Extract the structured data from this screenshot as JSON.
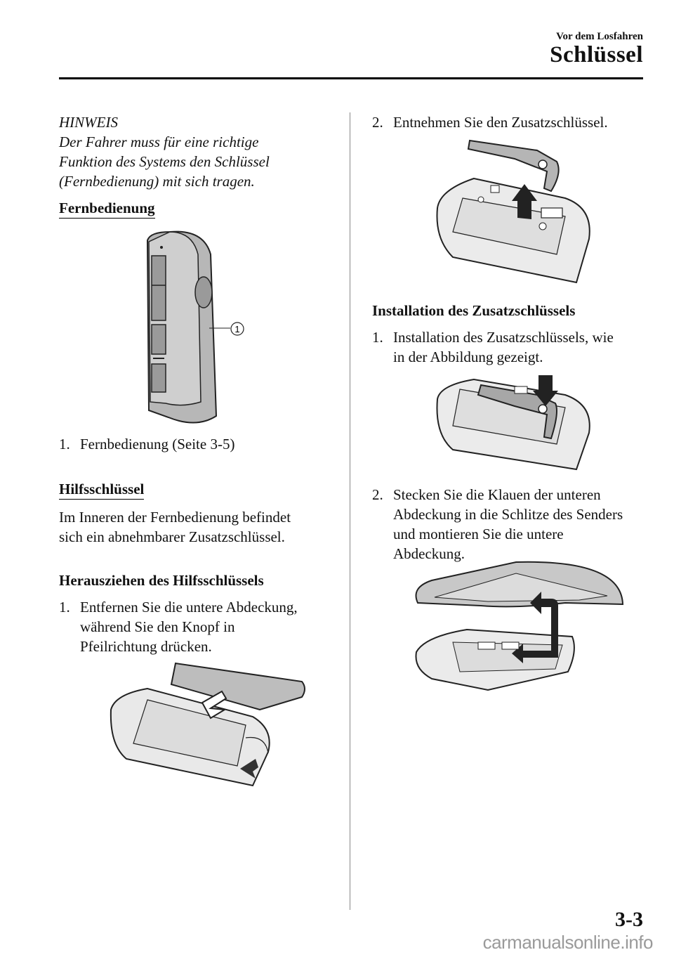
{
  "header": {
    "section": "Vor dem Losfahren",
    "title": "Schlüssel"
  },
  "left": {
    "note_title": "HINWEIS",
    "note_lines": [
      "Der Fahrer muss für eine richtige",
      "Funktion des Systems den Schlüssel",
      "(Fernbedienung) mit sich tragen."
    ],
    "fernbedienung_heading": "Fernbedienung",
    "callout_1": "1",
    "caption_num": "1.",
    "caption_text": "Fernbedienung (Seite 3-5)",
    "hilfs_heading": "Hilfsschlüssel",
    "hilfs_lines": [
      "Im Inneren der Fernbedienung befindet",
      "sich ein abnehmbarer Zusatzschlüssel."
    ],
    "herausziehen_heading": "Herausziehen des Hilfsschlüssels",
    "step1_num": "1.",
    "step1_lines": [
      "Entfernen Sie die untere Abdeckung,",
      "während Sie den Knopf in",
      "Pfeilrichtung drücken."
    ]
  },
  "right": {
    "step2_num": "2.",
    "step2_text": "Entnehmen Sie den Zusatzschlüssel.",
    "install_heading": "Installation des Zusatzschlüssels",
    "install1_num": "1.",
    "install1_lines": [
      "Installation des Zusatzschlüssels, wie",
      "in der Abbildung gezeigt."
    ],
    "install2_num": "2.",
    "install2_lines": [
      "Stecken Sie die Klauen der unteren",
      "Abdeckung in die Schlitze des Senders",
      "und montieren Sie die untere",
      "Abdeckung."
    ]
  },
  "page_number": "3-3",
  "footer_mark": "carmanualsonline.info"
}
